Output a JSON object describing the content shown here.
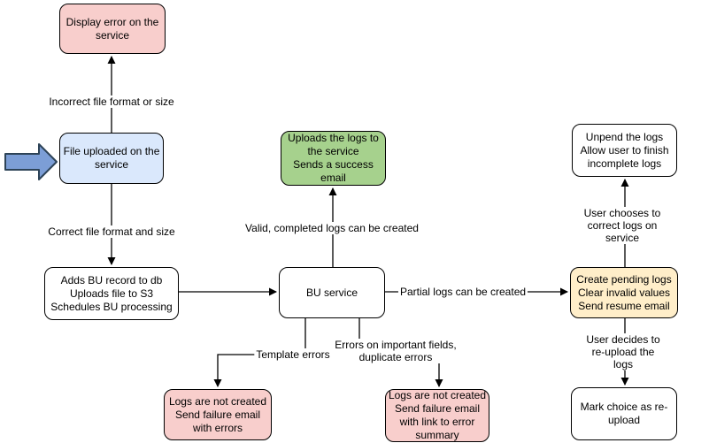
{
  "diagram": {
    "type": "flowchart",
    "nodes": {
      "display_error": {
        "label": "Display error on the\nservice",
        "status_color": "#f8cecc"
      },
      "file_uploaded": {
        "label": "File uploaded on the\nservice",
        "status_color": "#dae8fc"
      },
      "adds_bu": {
        "label": "Adds BU record to db\nUploads file to S3\nSchedules BU processing",
        "status_color": "#ffffff"
      },
      "bu_service": {
        "label": "BU service",
        "status_color": "#ffffff"
      },
      "uploads_logs": {
        "label": "Uploads the logs to\nthe service\nSends a success\nemail",
        "status_color": "#a6d18d"
      },
      "create_pending": {
        "label": "Create pending logs\nClear invalid values\nSend resume email",
        "status_color": "#ffeec9"
      },
      "unpend_logs": {
        "label": "Unpend the logs\nAllow user to finish\nincomplete logs",
        "status_color": "#ffffff"
      },
      "mark_choice": {
        "label": "Mark choice as re-\nupload",
        "status_color": "#ffffff"
      },
      "fail_errors": {
        "label": "Logs are not created\nSend failure email\nwith errors",
        "status_color": "#f8cecc"
      },
      "fail_summary": {
        "label": "Logs are not created\nSend failure email\nwith link to error\nsummary",
        "status_color": "#f8cecc"
      }
    },
    "edges": {
      "incorrect_format": {
        "label": "Incorrect file format or size"
      },
      "correct_format": {
        "label": "Correct file format and size"
      },
      "valid_logs": {
        "label": "Valid, completed logs can be created"
      },
      "partial_logs": {
        "label": "Partial logs can be created"
      },
      "template_errors": {
        "label": "Template errors"
      },
      "important_fields": {
        "label": "Errors on important fields,\nduplicate errors"
      },
      "choose_correct": {
        "label": "User chooses to correct logs on service"
      },
      "reupload": {
        "label": "User decides to re-upload the logs"
      }
    },
    "colors": {
      "background": "#ffffff",
      "node_border": "#000000",
      "edge_stroke": "#000000",
      "error_fill": "#f8cecc",
      "info_fill": "#dae8fc",
      "success_fill": "#a6d18d",
      "pending_fill": "#ffeec9",
      "plain_fill": "#ffffff",
      "entry_arrow_fill": "#7c9ed6",
      "entry_arrow_stroke": "#2d4357"
    }
  }
}
